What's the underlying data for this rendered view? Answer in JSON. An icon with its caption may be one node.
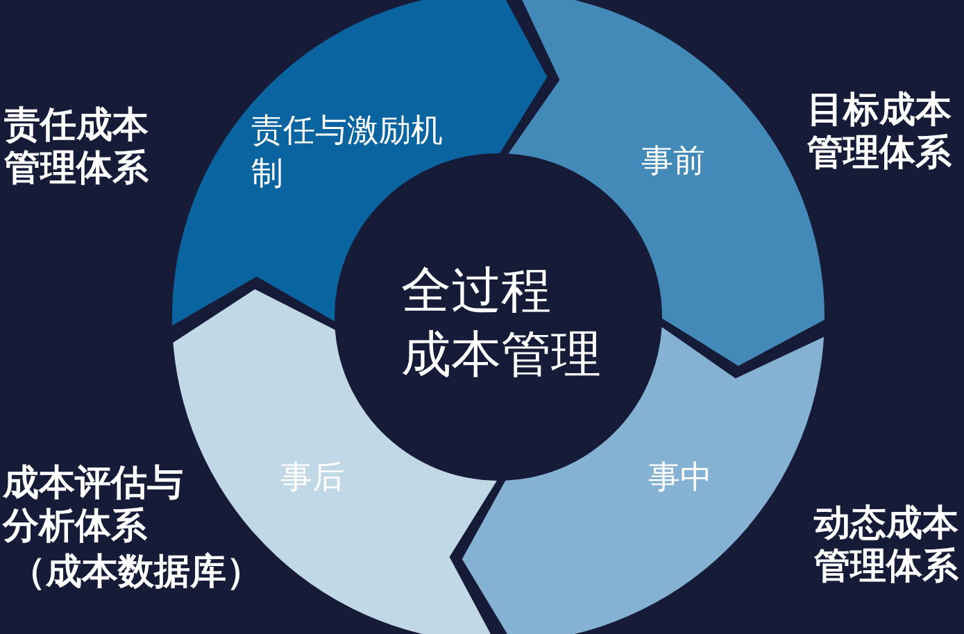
{
  "diagram": {
    "nodes": [
      {
        "text": [
          "责任与激励机制"
        ]
      },
      {
        "text": [
          "事前"
        ]
      },
      {
        "text": [
          "事中"
        ]
      },
      {
        "text": [
          "事后"
        ]
      },
      {
        "text": [
          "全过程成本管理"
        ]
      }
    ],
    "labels": [
      "责任成本管理体系",
      "目标成本管理体系",
      "成本评估与分析体系",
      "（成本数据库）",
      "动态成本管理体系"
    ]
  }
}
